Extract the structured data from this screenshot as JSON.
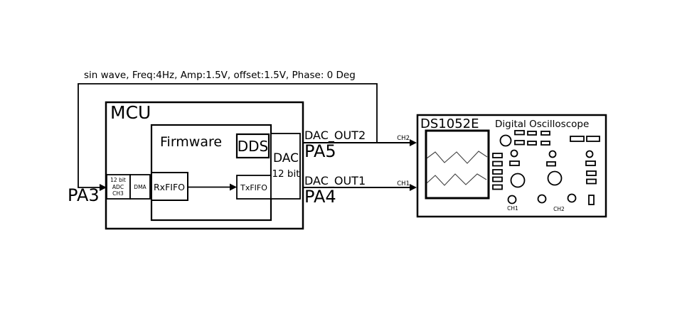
{
  "colors": {
    "ink": "#000000",
    "background": "#ffffff",
    "waveform": "#3f3f3f"
  },
  "annotation": {
    "signal": "sin wave, Freq:4Hz, Amp:1.5V, offset:1.5V, Phase: 0 Deg"
  },
  "mcu": {
    "title": "MCU",
    "adc_line1": "12 bit",
    "adc_line2": "ADC",
    "adc_line3": "CH3",
    "dma": "DMA",
    "firmware_title": "Firmware",
    "rxfifo": "RxFIFO",
    "txfifo": "TxFIFO",
    "dds": "DDS",
    "dac_line1": "DAC",
    "dac_line2": "12 bit"
  },
  "pins": {
    "adc_in": "PA3",
    "dac1": "PA4",
    "dac2": "PA5"
  },
  "signals": {
    "dac_out2": "DAC_OUT2",
    "dac_out1": "DAC_OUT1",
    "wire_ch2": "CH2",
    "wire_ch1": "CH1"
  },
  "scope": {
    "model": "DS1052E",
    "name": "Digital Oscilloscope",
    "bnc_ch1": "CH1",
    "bnc_ch2": "CH2"
  }
}
